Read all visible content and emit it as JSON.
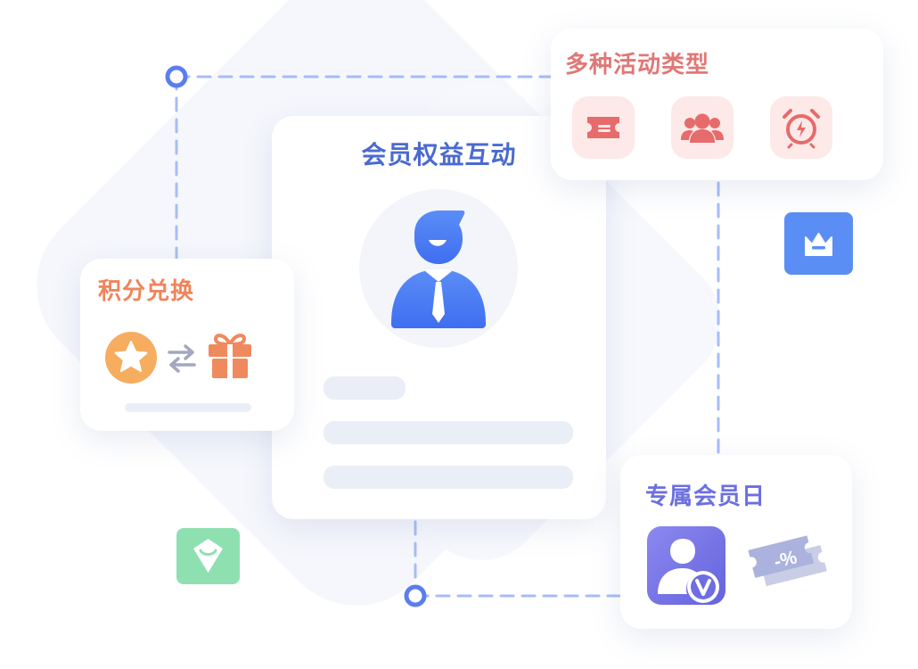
{
  "cards": {
    "main": {
      "title": "会员权益互动"
    },
    "points_exchange": {
      "title": "积分兑换"
    },
    "activity_types": {
      "title": "多种活动类型"
    },
    "member_day": {
      "title": "专属会员日"
    }
  },
  "icons": {
    "main_avatar": "business-person-icon",
    "points": "star-coin-icon",
    "exchange": "swap-arrows-icon",
    "gift": "gift-box-icon",
    "activity_1": "ticket-icon",
    "activity_2": "group-people-icon",
    "activity_3": "alarm-clock-icon",
    "member_badge": "vip-user-icon",
    "coupon": "discount-coupon-icon",
    "crown": "crown-icon",
    "diamond_bag": "diamond-bag-icon"
  },
  "colors": {
    "primary_blue": "#4a7cf2",
    "points_orange": "#f0845a",
    "activity_red": "#e07876",
    "member_purple": "#6c6fe0",
    "green_accent": "#8fe0b0",
    "connector": "#a7bcf7"
  },
  "decor": {
    "discount_text": "-%"
  }
}
